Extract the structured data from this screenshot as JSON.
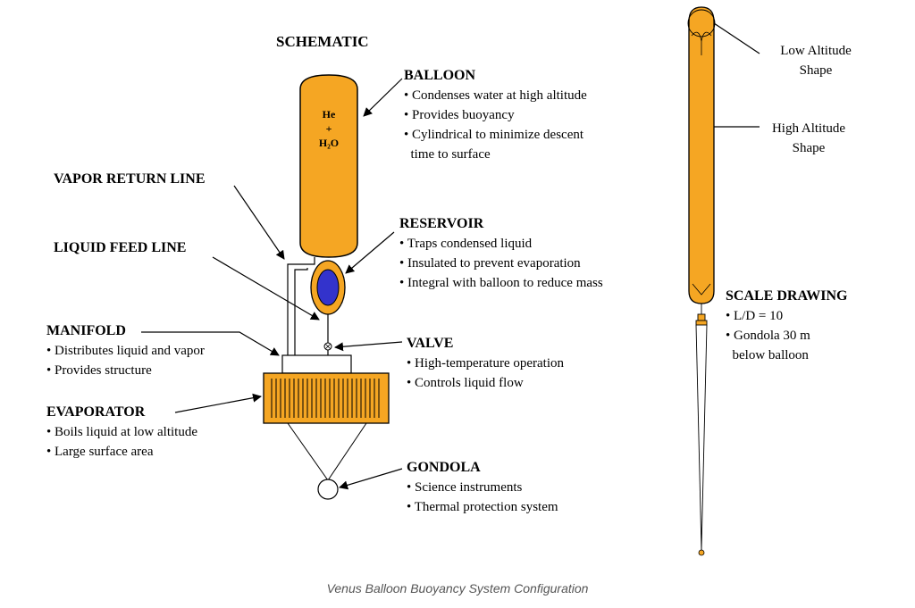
{
  "title": "SCHEMATIC",
  "caption": "Venus Balloon Buoyancy System Configuration",
  "gas_label": {
    "line1": "He",
    "line2": "+",
    "line3": "H₂O"
  },
  "colors": {
    "orange": "#F5A623",
    "blue": "#3333CC",
    "stroke": "#000000"
  },
  "balloon": {
    "title": "BALLOON",
    "items": [
      "• Condenses water at high altitude",
      "• Provides buoyancy",
      "• Cylindrical to minimize descent",
      "  time to surface"
    ]
  },
  "vapor_return": {
    "title": "VAPOR RETURN LINE"
  },
  "reservoir": {
    "title": "RESERVOIR",
    "items": [
      "• Traps condensed liquid",
      "• Insulated to prevent evaporation",
      "• Integral with balloon to reduce mass"
    ]
  },
  "liquid_feed": {
    "title": "LIQUID FEED LINE"
  },
  "manifold": {
    "title": "MANIFOLD",
    "items": [
      "• Distributes liquid and vapor",
      "• Provides structure"
    ]
  },
  "valve": {
    "title": "VALVE",
    "items": [
      "• High-temperature operation",
      "• Controls liquid flow"
    ]
  },
  "evaporator": {
    "title": "EVAPORATOR",
    "items": [
      "• Boils liquid at low altitude",
      "• Large surface area"
    ]
  },
  "gondola": {
    "title": "GONDOLA",
    "items": [
      "• Science instruments",
      "• Thermal protection system"
    ]
  },
  "low_altitude": {
    "line1": "Low Altitude",
    "line2": "Shape"
  },
  "high_altitude": {
    "line1": "High Altitude",
    "line2": "Shape"
  },
  "scale_drawing": {
    "title": "SCALE DRAWING",
    "items": [
      "• L/D = 10",
      "• Gondola 30 m",
      "  below balloon"
    ]
  }
}
